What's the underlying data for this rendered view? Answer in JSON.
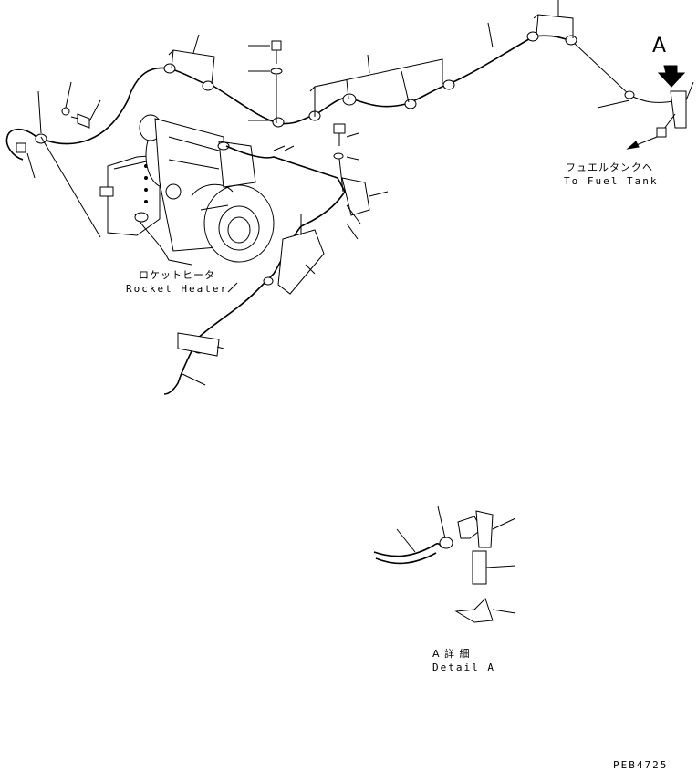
{
  "labels": {
    "fuel_tank_jp": "フュエルタンクへ",
    "fuel_tank_en": "To Fuel Tank",
    "rocket_heater_jp": "ロケットヒータ",
    "rocket_heater_en": "Rocket Heater",
    "view_marker": "A",
    "detail_jp": "A 詳 細",
    "detail_en": "Detail A",
    "drawing_code": "PEB4725"
  }
}
